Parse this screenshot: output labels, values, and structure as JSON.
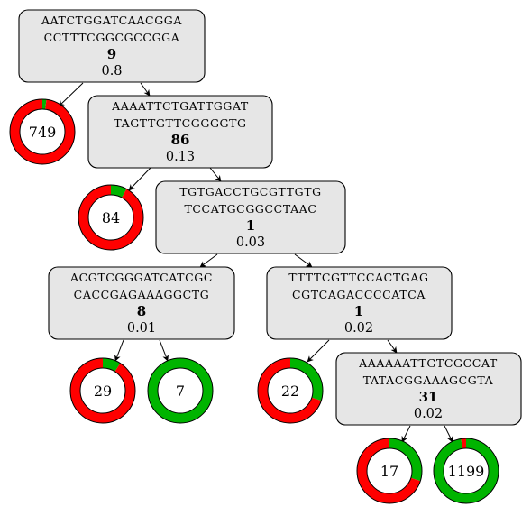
{
  "colors": {
    "node_fill": "#e6e6e6",
    "ring_red": "#ff0000",
    "ring_green": "#00b400"
  },
  "nodes": [
    {
      "id": "n0",
      "seq1": "AATCTGGATCAACGGA",
      "seq2": "CCTTTCGGCGCCGGA",
      "index": "9",
      "value": "0.8"
    },
    {
      "id": "n1",
      "seq1": "AAAATTCTGATTGGAT",
      "seq2": "TAGTTGTTCGGGGTG",
      "index": "86",
      "value": "0.13"
    },
    {
      "id": "n2",
      "seq1": "TGTGACCTGCGTTGTG",
      "seq2": "TCCATGCGGCCTAAC",
      "index": "1",
      "value": "0.03"
    },
    {
      "id": "n3",
      "seq1": "ACGTCGGGATCATCGC",
      "seq2": "CACCGAGAAAGGCTG",
      "index": "8",
      "value": "0.01"
    },
    {
      "id": "n4",
      "seq1": "TTTTCGTTCCACTGAG",
      "seq2": "CGTCAGACCCCATCA",
      "index": "1",
      "value": "0.02"
    },
    {
      "id": "n5",
      "seq1": "AAAAAATTGTCGCCAT",
      "seq2": "TATACGGAAAGCGTA",
      "index": "31",
      "value": "0.02"
    }
  ],
  "leaves": [
    {
      "id": "l0",
      "label": "749",
      "green_fraction": 0.02
    },
    {
      "id": "l1",
      "label": "84",
      "green_fraction": 0.08
    },
    {
      "id": "l2",
      "label": "29",
      "green_fraction": 0.09
    },
    {
      "id": "l3",
      "label": "7",
      "green_fraction": 1.0
    },
    {
      "id": "l4",
      "label": "22",
      "green_fraction": 0.3
    },
    {
      "id": "l5",
      "label": "17",
      "green_fraction": 0.3
    },
    {
      "id": "l6",
      "label": "1199",
      "green_fraction": 0.975
    }
  ]
}
